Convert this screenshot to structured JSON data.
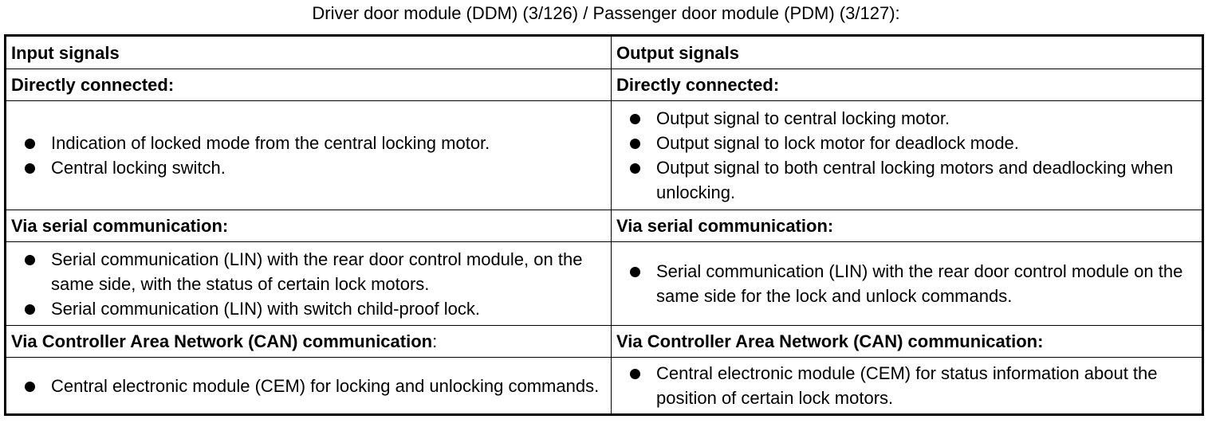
{
  "caption": "Driver door module (DDM) (3/126) / Passenger door module (PDM) (3/127):",
  "table": {
    "header": {
      "input": "Input signals",
      "output": "Output signals"
    },
    "sections": [
      {
        "input_heading": "Directly connected:",
        "output_heading": "Directly connected:",
        "input_items": [
          "Indication of locked mode from the central locking motor.",
          "Central locking switch."
        ],
        "output_items": [
          "Output signal to central locking motor.",
          "Output signal to lock motor for deadlock mode.",
          "Output signal to both central locking motors and deadlocking when unlocking."
        ]
      },
      {
        "input_heading": "Via serial communication:",
        "output_heading": "Via serial communication:",
        "input_items": [
          "Serial communication (LIN) with the rear door control module, on the same side, with the status of certain lock motors.",
          "Serial communication (LIN) with switch child-proof lock."
        ],
        "output_items": [
          "Serial communication (LIN) with the rear door control module on the same side for the lock and unlock commands."
        ]
      },
      {
        "input_heading_bold": "Via Controller Area Network (CAN) communication",
        "input_heading_plain": ":",
        "output_heading": "Via Controller Area Network (CAN) communication:",
        "input_items": [
          "Central electronic module (CEM) for locking and unlocking commands."
        ],
        "output_items": [
          "Central electronic module (CEM) for status information about the position of certain lock motors."
        ]
      }
    ]
  }
}
